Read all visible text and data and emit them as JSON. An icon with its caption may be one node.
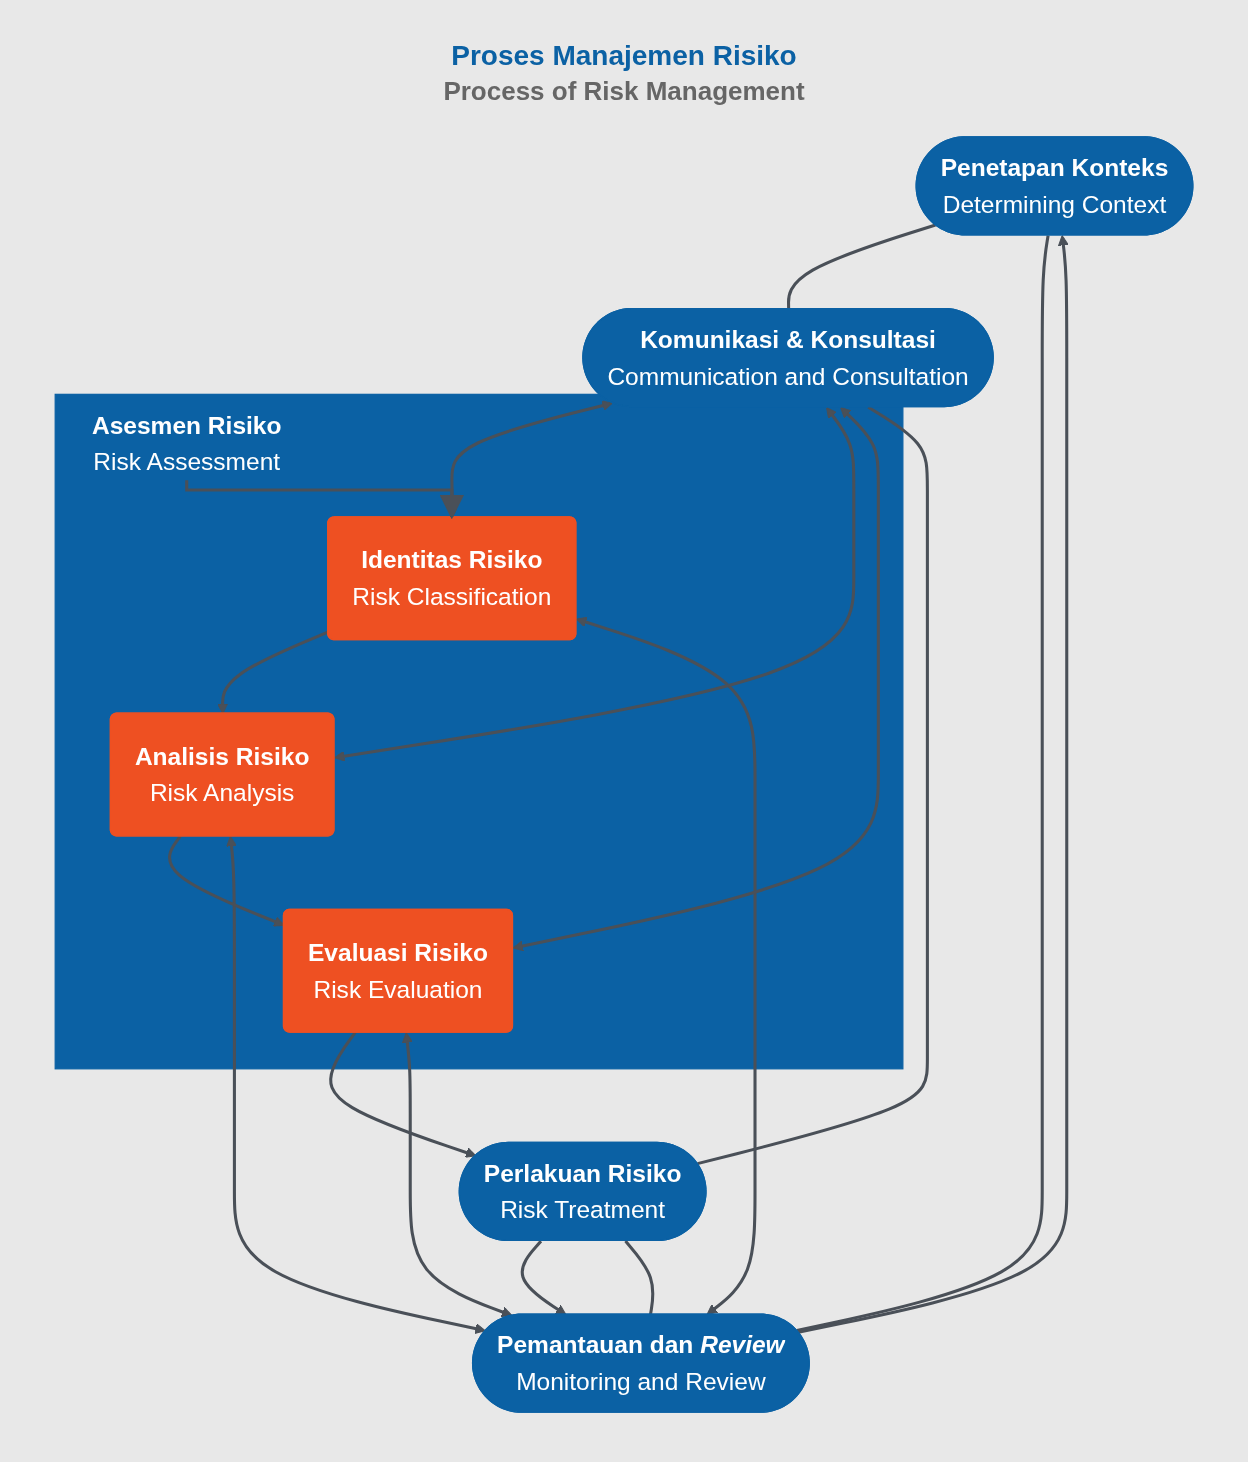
{
  "diagram": {
    "title": "Proses Manajemen Risiko",
    "nodes": [
      {
        "text": [
          "Penetapan Konteks",
          "Determining Context"
        ]
      },
      {
        "text": [
          "Komunikasi & Konsultasi",
          "Communication and Consultation"
        ]
      },
      {
        "text": [
          "Asesmen Risiko",
          "Risk Assessment"
        ]
      },
      {
        "text": [
          "Identitas Risiko",
          "Risk Classification"
        ],
        "in": 2
      },
      {
        "text": [
          "Analisis Risiko",
          "Risk Analysis"
        ],
        "in": 2
      },
      {
        "text": [
          "Evaluasi Risiko",
          "Risk Evaluation"
        ],
        "in": 2
      },
      {
        "text": [
          "Pemantauan dan *Review*",
          "Monitoring and Review"
        ]
      },
      {
        "text": [
          "Perlakuan Risiko",
          "Risk Treatment"
        ]
      }
    ],
    "edges": [
      {
        "from": 0,
        "to": 1,
        "arrow": "none"
      },
      {
        "from": 0,
        "to": 6,
        "arrow": "none"
      },
      {
        "from": 6,
        "to": 0,
        "arrow": "to"
      },
      {
        "from": 2,
        "to": 3,
        "arrow": "to"
      },
      {
        "from": 1,
        "to": 3,
        "arrow": "both"
      },
      {
        "from": 6,
        "to": 3,
        "arrow": "both"
      },
      {
        "from": 3,
        "to": 4,
        "arrow": "to"
      },
      {
        "from": 1,
        "to": 4,
        "arrow": "both"
      },
      {
        "from": 6,
        "to": 4,
        "arrow": "both"
      },
      {
        "from": 4,
        "to": 5,
        "arrow": "to"
      },
      {
        "from": 1,
        "to": 5,
        "arrow": "both"
      },
      {
        "from": 6,
        "to": 5,
        "arrow": "both"
      },
      {
        "from": 5,
        "to": 7,
        "arrow": "to"
      },
      {
        "from": 1,
        "to": 7,
        "arrow": "none"
      },
      {
        "from": 6,
        "to": 7,
        "arrow": "none"
      },
      {
        "from": 7,
        "to": 6,
        "arrow": "to"
      }
    ],
    "labels": [
      "Process of Risk Management"
    ]
  }
}
